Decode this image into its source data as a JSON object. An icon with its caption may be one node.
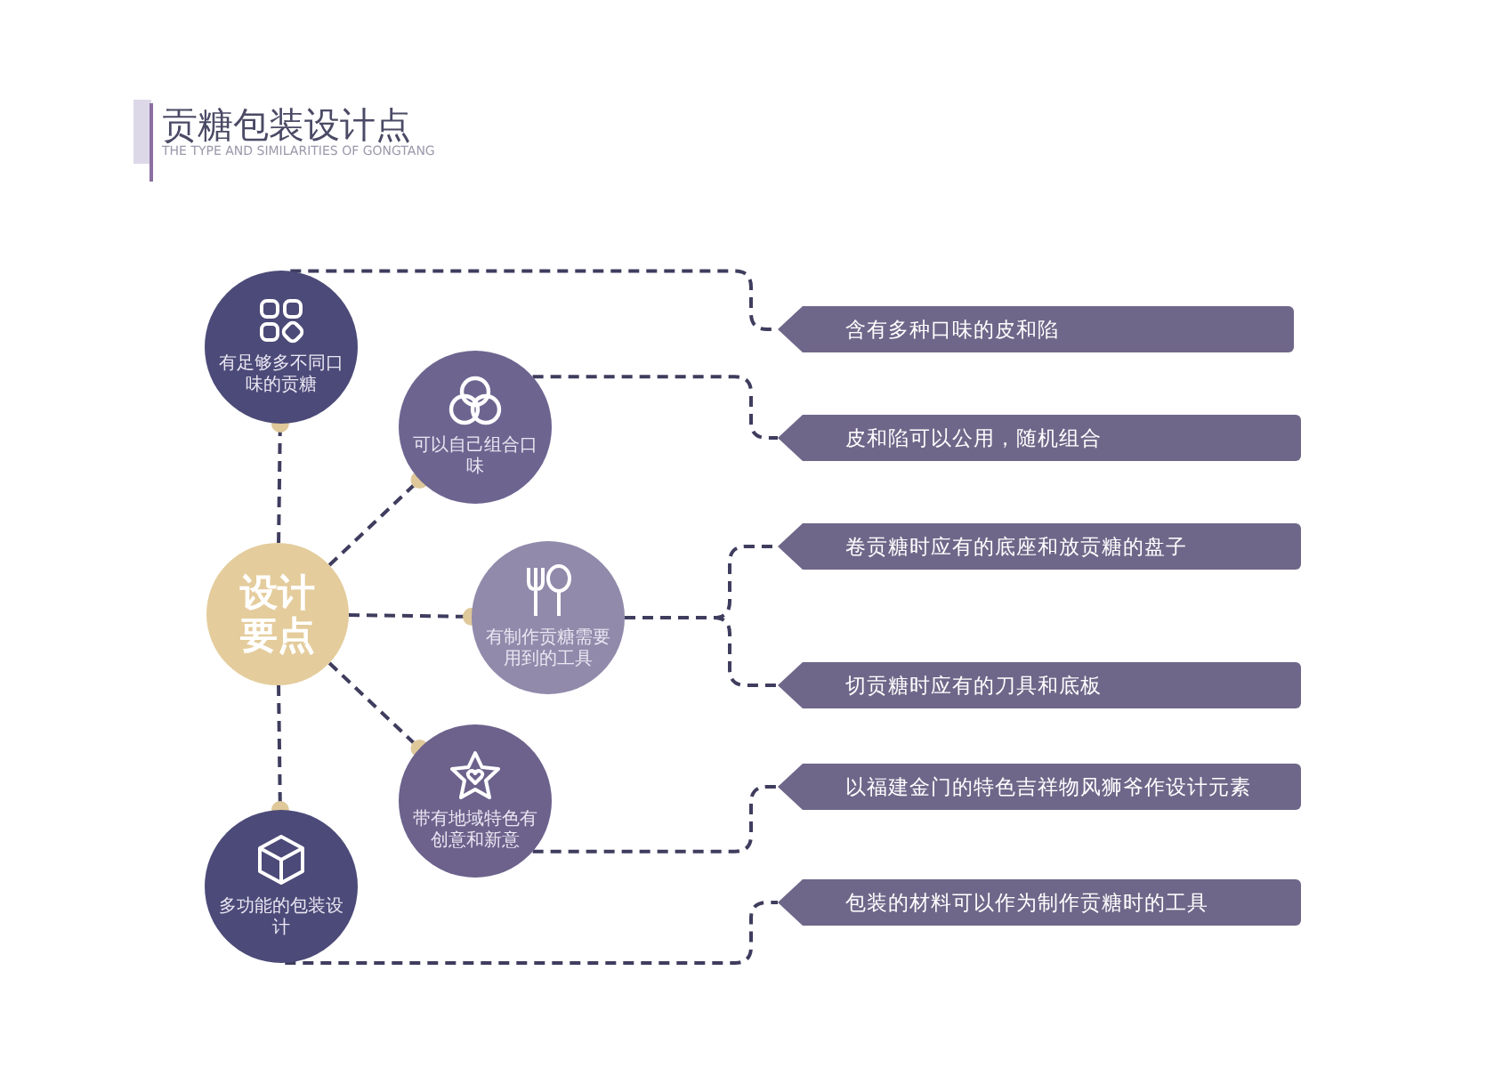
{
  "diagram": {
    "title": "贡糖包装设计点",
    "nodes": [
      {
        "text": [
          "设计要点"
        ]
      },
      {
        "text": [
          "有足够多不同口味的贡糖"
        ]
      },
      {
        "text": [
          "可以自己组合口味"
        ]
      },
      {
        "text": [
          "有制作贡糖需要用到的工具"
        ]
      },
      {
        "text": [
          "带有地域特色有创意和新意"
        ]
      },
      {
        "text": [
          "多功能的包装设计"
        ]
      },
      {
        "text": [
          "含有多种口味的皮和陷"
        ]
      },
      {
        "text": [
          "皮和陷可以公用，随机组合"
        ]
      },
      {
        "text": [
          "卷贡糖时应有的底座和放贡糖的盘子"
        ]
      },
      {
        "text": [
          "切贡糖时应有的刀具和底板"
        ]
      },
      {
        "text": [
          "以福建金门的特色吉祥物风狮爷作设计元素"
        ]
      },
      {
        "text": [
          "包装的材料可以作为制作贡糖时的工具"
        ]
      }
    ],
    "edges": [
      {
        "from": 0,
        "to": 1,
        "arrow": "other",
        "style": "dashed"
      },
      {
        "from": 0,
        "to": 2,
        "arrow": "other",
        "style": "dashed"
      },
      {
        "from": 0,
        "to": 3,
        "arrow": "other",
        "style": "dashed"
      },
      {
        "from": 0,
        "to": 4,
        "arrow": "other",
        "style": "dashed"
      },
      {
        "from": 0,
        "to": 5,
        "arrow": "other",
        "style": "dashed"
      },
      {
        "from": 1,
        "to": 6,
        "arrow": "none",
        "style": "dashed"
      },
      {
        "from": 2,
        "to": 7,
        "arrow": "none",
        "style": "dashed"
      },
      {
        "from": 3,
        "to": 8,
        "arrow": "none",
        "style": "dashed"
      },
      {
        "from": 3,
        "to": 9,
        "arrow": "none",
        "style": "dashed"
      },
      {
        "from": 4,
        "to": 10,
        "arrow": "none",
        "style": "dashed"
      },
      {
        "from": 5,
        "to": 11,
        "arrow": "none",
        "style": "dashed"
      }
    ],
    "labels": [
      "THE TYPE AND SIMILARITIES OF GONGTANG"
    ]
  }
}
